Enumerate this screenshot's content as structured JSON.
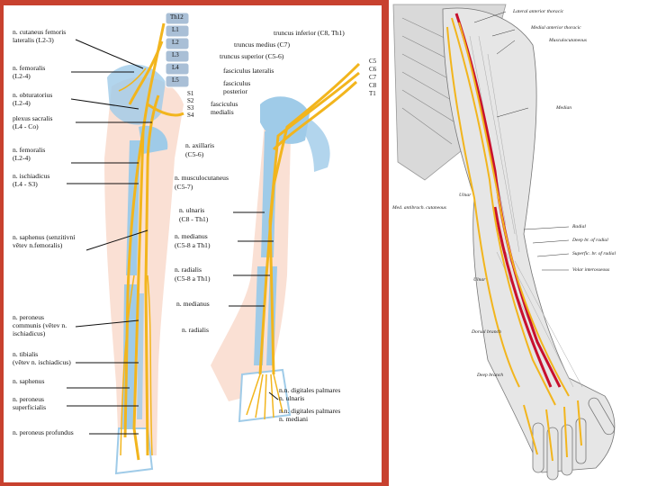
{
  "colors": {
    "frame": "#c8412f",
    "nerve": "#f2b51d",
    "bone": "#9fcbe8",
    "skin": "#f6c6b0",
    "artery": "#c8102e"
  },
  "left_panel": {
    "vertebrae": [
      "Th12",
      "L1",
      "L2",
      "L3",
      "L4",
      "L5"
    ],
    "sacral": [
      "S1",
      "S2",
      "S3",
      "S4"
    ],
    "cervical": [
      "C5",
      "C6",
      "C7",
      "C8",
      "T1"
    ],
    "leg_labels": [
      "n. cutaneus femoris",
      "lateralis (L2-3)",
      "n. femoralis",
      "(L2-4)",
      "n. obturatorius",
      "(L2-4)",
      "plexus sacralis",
      "(L4 - Co)",
      "n. femoralis",
      "(L2-4)",
      "n. ischiadicus",
      "(L4 - S3)",
      "n. saphenus (senzitivní",
      "větev n.femoralis)",
      "n. peroneus",
      "communis (větev n.",
      "ischiadicus)",
      "n. tibialis",
      "(větev n. ischiadicus)",
      "n. saphenus",
      "n. peroneus",
      "superficialis",
      "n. peroneus profundus"
    ],
    "arm_labels": [
      "truncus inferior (C8, Th1)",
      "truncus medius (C7)",
      "truncus superior (C5-6)",
      "fasciculus lateralis",
      "fasciculus",
      "posterior",
      "fasciculus",
      "medialis",
      "n. axillaris",
      "(C5-6)",
      "n. musculocutaneus",
      "(C5-7)",
      "n. ulnaris",
      "(C8 - Th1)",
      "n. medianus",
      "(C5-8 a Th1)",
      "n. radialis",
      "(C5-8 a Th1)",
      "n. medianus",
      "n. radialis",
      "n.n. digitales palmares",
      "n. ulnaris",
      "n.n. digitales palmares",
      "n. mediani"
    ]
  },
  "right_panel": {
    "labels": [
      "Lateral anterior thoracic",
      "Medial anterior thoracic",
      "Musculocutaneous",
      "Median",
      "Ulnar",
      "Med. antibrach. cutaneous",
      "Radial",
      "Deep br. of radial",
      "Superfic. br. of radial",
      "Volar interosseous",
      "Ulnar",
      "Dorsal branch",
      "Deep branch"
    ]
  }
}
